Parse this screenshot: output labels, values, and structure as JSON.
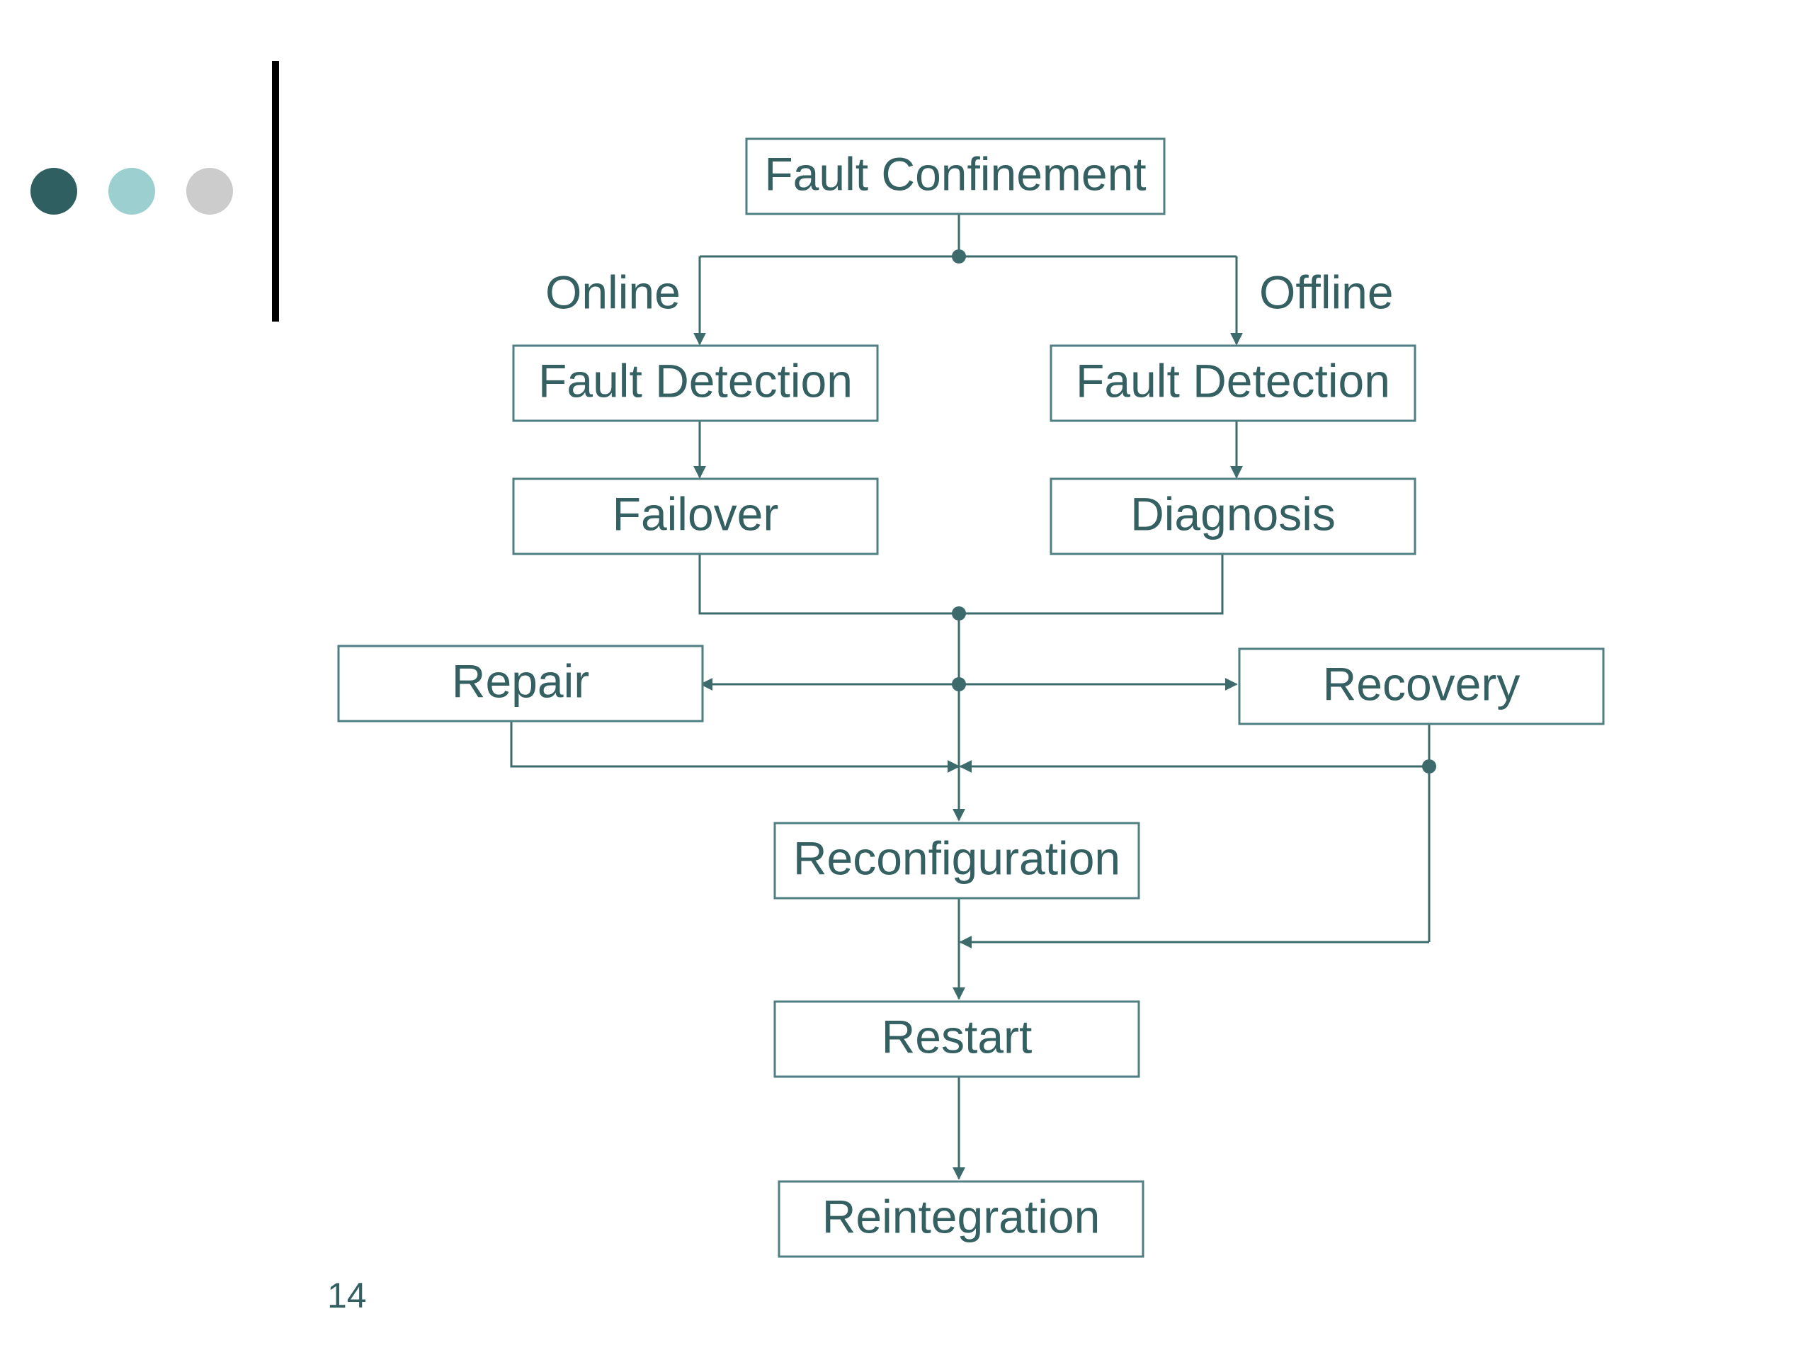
{
  "decor": {
    "dot_colors": [
      "#2f5f61",
      "#9ccfd0",
      "#cccccc"
    ],
    "bar_color": "#000000",
    "line_color": "#3d6b6c",
    "text_color": "#346062"
  },
  "nodes": {
    "fault_confinement": "Fault Confinement",
    "fault_detection_online": "Fault Detection",
    "fault_detection_offline": "Fault Detection",
    "failover": "Failover",
    "diagnosis": "Diagnosis",
    "repair": "Repair",
    "recovery": "Recovery",
    "reconfiguration": "Reconfiguration",
    "restart": "Restart",
    "reintegration": "Reintegration"
  },
  "edge_labels": {
    "online": "Online",
    "offline": "Offline"
  },
  "page_number": "14"
}
